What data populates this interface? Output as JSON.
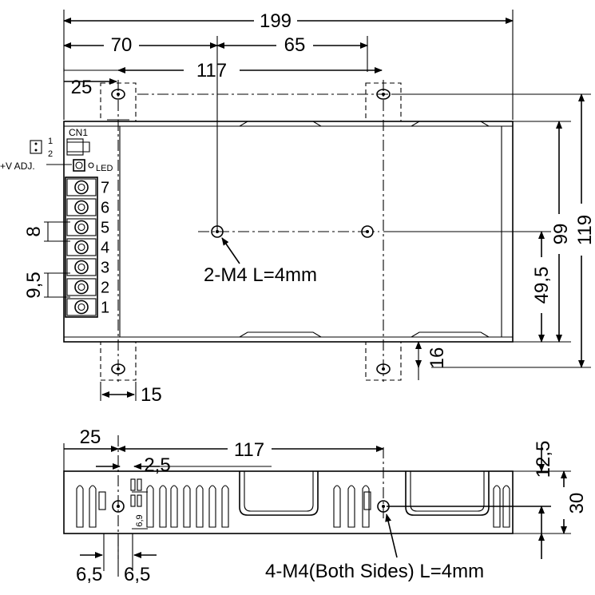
{
  "top_view": {
    "dims": {
      "overall_width": "199",
      "left_to_center": "70",
      "center_to_right_hole": "65",
      "hole_spacing": "117",
      "hole_offset": "25",
      "pin_pitch": "8",
      "pin_group": "9,5",
      "height_inner": "99",
      "height_overall": "119",
      "center_height": "49,5",
      "foot_height": "16",
      "foot_width": "15"
    },
    "labels": {
      "connector": "CN1",
      "cn_pin1": "1",
      "cn_pin2": "2",
      "adjust": "+V ADJ.",
      "led": "LED",
      "mount_note": "2-M4 L=4mm"
    },
    "terminals": [
      "7",
      "6",
      "5",
      "4",
      "3",
      "2",
      "1"
    ]
  },
  "side_view": {
    "dims": {
      "hole_offset": "25",
      "hole_spacing": "117",
      "slot_offset": "2,5",
      "top_offset": "12,5",
      "height": "30",
      "slot_height": "6,9",
      "left_gap": "6,5",
      "right_gap": "6,5"
    },
    "labels": {
      "mount_note": "4-M4(Both Sides) L=4mm"
    }
  }
}
